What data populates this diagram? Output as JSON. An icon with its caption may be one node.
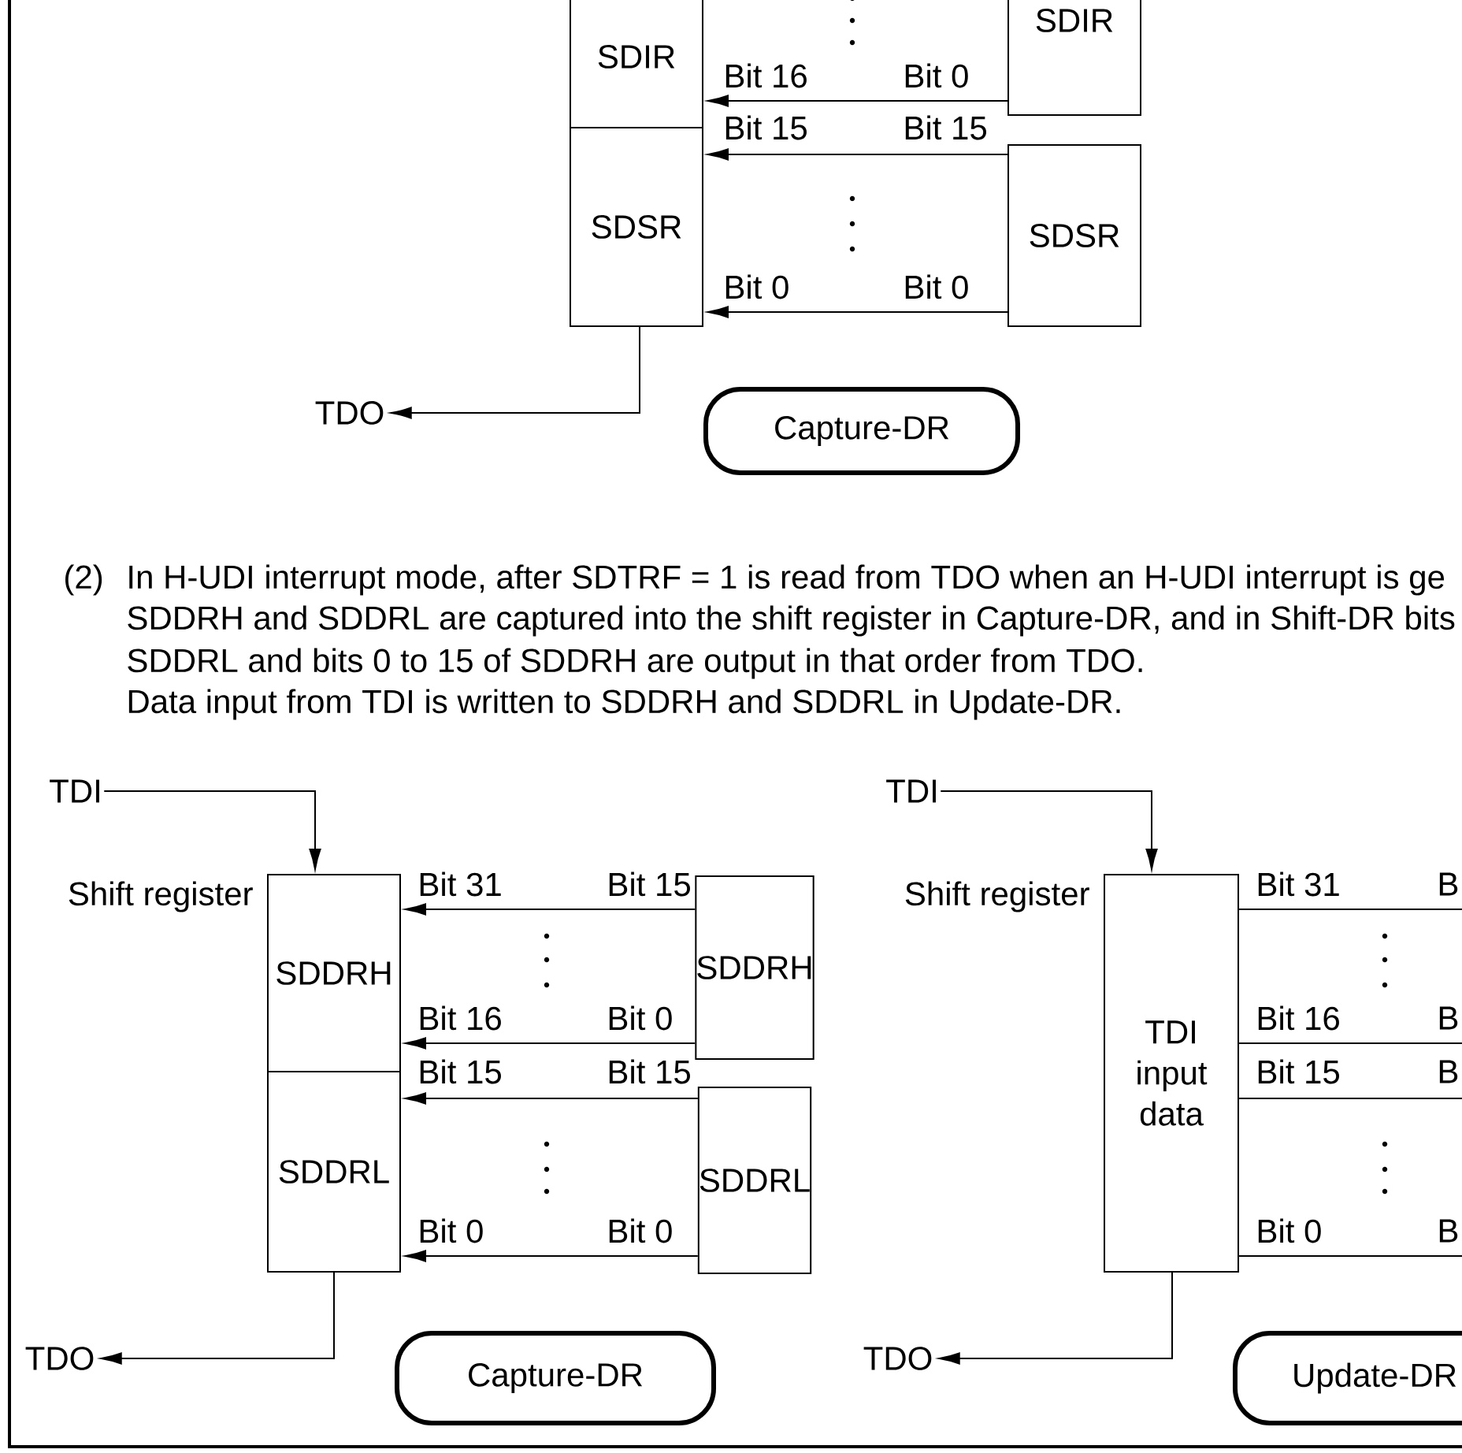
{
  "diagram": {
    "nodes": [
      {
        "text": [
          "SDIR"
        ]
      },
      {
        "text": [
          "SDSR"
        ]
      },
      {
        "text": [
          "SDIR"
        ]
      },
      {
        "text": [
          "SDSR"
        ]
      },
      {
        "text": [
          "TDO"
        ]
      },
      {
        "text": [
          "Capture-DR"
        ]
      },
      {
        "text": [
          "TDI"
        ]
      },
      {
        "text": [
          "SDDRH"
        ],
        "beside": [
          "Shift register"
        ]
      },
      {
        "text": [
          "SDDRL"
        ]
      },
      {
        "text": [
          "SDDRH"
        ]
      },
      {
        "text": [
          "SDDRL"
        ]
      },
      {
        "text": [
          "TDO"
        ]
      },
      {
        "text": [
          "Capture-DR"
        ]
      },
      {
        "text": [
          "TDI"
        ]
      },
      {
        "text": [
          "TDI input data"
        ],
        "beside": [
          "Shift register"
        ]
      },
      {
        "text": [
          "TDO"
        ]
      },
      {
        "text": [
          "Update-DR"
        ]
      }
    ],
    "edges": [
      {
        "from": 2,
        "to": 0,
        "arrow": "to"
      },
      {
        "from": 3,
        "to": 1,
        "arrow": "to"
      },
      {
        "from": 3,
        "to": 1,
        "arrow": "to"
      },
      {
        "from": 1,
        "to": 4,
        "arrow": "to"
      },
      {
        "from": 6,
        "to": 7,
        "arrow": "to"
      },
      {
        "from": 9,
        "to": 7,
        "arrow": "to"
      },
      {
        "from": 9,
        "to": 7,
        "arrow": "to"
      },
      {
        "from": 10,
        "to": 8,
        "arrow": "to"
      },
      {
        "from": 10,
        "to": 8,
        "arrow": "to"
      },
      {
        "from": 8,
        "to": 11,
        "arrow": "to"
      },
      {
        "from": 13,
        "to": 14,
        "arrow": "to"
      },
      {
        "from": 14,
        "to": null,
        "arrow": "none"
      },
      {
        "from": 14,
        "to": null,
        "arrow": "none"
      },
      {
        "from": 14,
        "to": null,
        "arrow": "none"
      },
      {
        "from": 14,
        "to": null,
        "arrow": "none"
      },
      {
        "from": 14,
        "to": 15,
        "arrow": "to"
      }
    ],
    "labels": [
      "Bit 16",
      "Bit 0",
      "Bit 15",
      "Bit 15",
      "Bit 0",
      "Bit 0",
      "(2)",
      "In H-UDI interrupt mode, after SDTRF = 1 is read from TDO when an H-UDI interrupt is ge",
      "SDDRH and SDDRL are captured into the shift register in Capture-DR, and in Shift-DR bits",
      "SDDRL and bits 0 to 15 of SDDRH are output in that order from TDO.",
      "Data input from TDI is written to SDDRH and SDDRL in Update-DR.",
      "Bit 31",
      "Bit 15",
      "Bit 16",
      "Bit 0",
      "Bit 15",
      "Bit 15",
      "Bit 0",
      "Bit 0",
      "Bit 31",
      "B",
      "Bit 16",
      "B",
      "Bit 15",
      "B",
      "Bit 0",
      "B"
    ]
  }
}
